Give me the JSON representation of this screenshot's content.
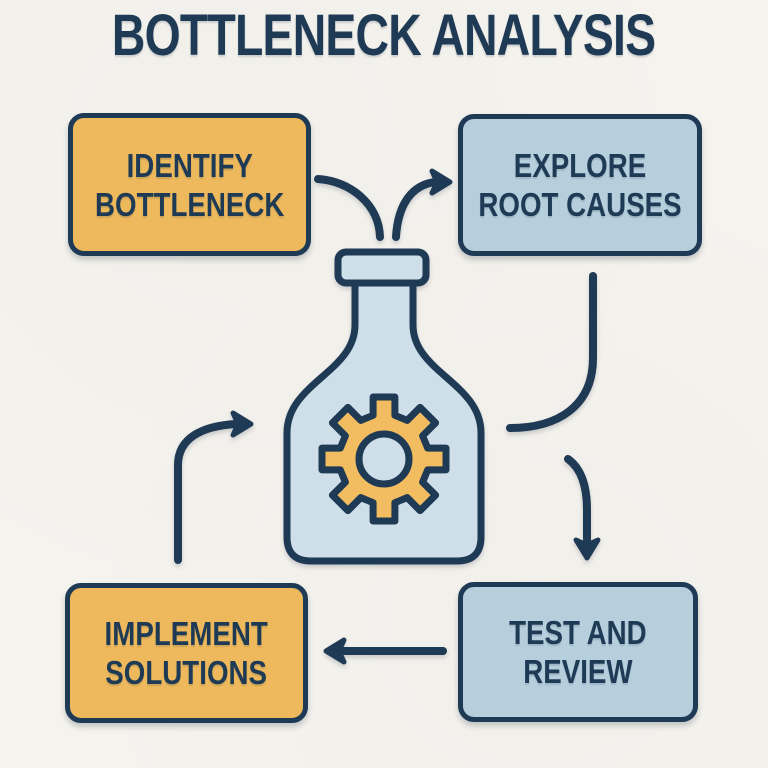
{
  "title": "BOTTLENECK ANALYSIS",
  "colors": {
    "background": "#f5f3ee",
    "navy_outline_text": "#1e3a55",
    "yellow_node": "#edb95c",
    "blue_node": "#b7cfdd",
    "bottle_fill": "#cfdfe9",
    "gear_fill": "#f2bd60"
  },
  "nodes": [
    {
      "id": "identify",
      "label": "IDENTIFY BOTTLENECK",
      "line1": "IDENTIFY",
      "line2": "BOTTLENECK",
      "color": "yellow",
      "position": "top-left"
    },
    {
      "id": "explore",
      "label": "EXPLORE ROOT CAUSES",
      "line1": "EXPLORE",
      "line2": "ROOT CAUSES",
      "color": "blue",
      "position": "top-right"
    },
    {
      "id": "implement",
      "label": "IMPLEMENT SOLUTIONS",
      "line1": "IMPLEMENT",
      "line2": "SOLUTIONS",
      "color": "yellow",
      "position": "bottom-left"
    },
    {
      "id": "test",
      "label": "TEST AND REVIEW",
      "line1": "TEST AND",
      "line2": "REVIEW",
      "color": "blue",
      "position": "bottom-right"
    }
  ],
  "center_icon": {
    "name": "bottle-with-gear-icon",
    "description": "bottle containing a gear, symbolizing the bottleneck process"
  },
  "arrows": [
    {
      "from": "identify",
      "to": "explore",
      "path": "curves down toward bottle neck then up-right, arrowhead at explore"
    },
    {
      "from": "explore",
      "to": "test",
      "path": "down then curving left toward bottle, second segment curving down, arrowhead at test"
    },
    {
      "from": "test",
      "to": "implement",
      "path": "straight horizontal, arrowhead pointing left at implement"
    },
    {
      "from": "implement",
      "to": "identify",
      "path": "up then curving right, arrowhead pointing at bottle"
    }
  ]
}
